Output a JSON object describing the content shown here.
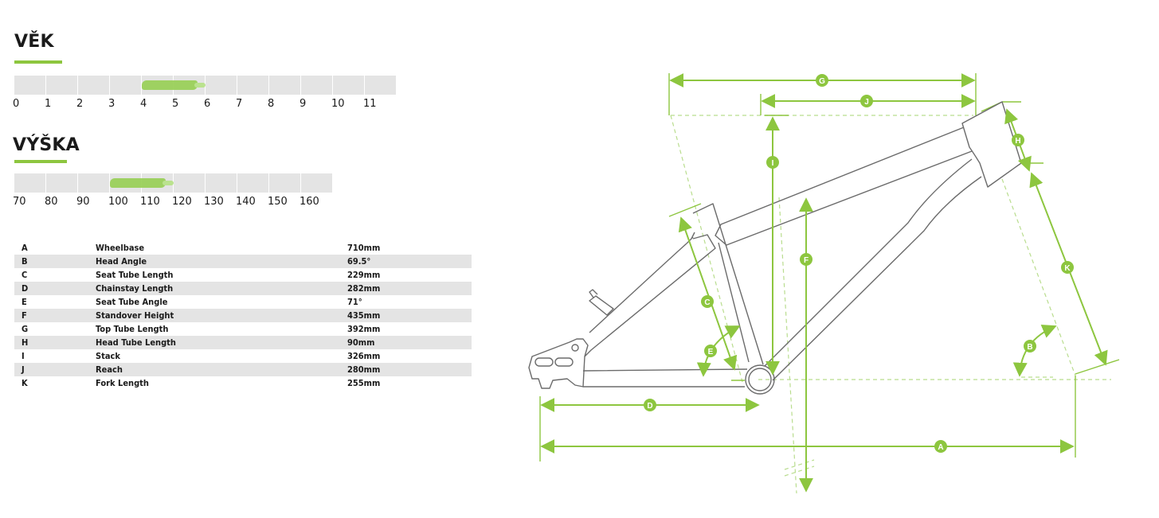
{
  "age": {
    "title": "VĚK",
    "ticks": [
      "0",
      "1",
      "2",
      "3",
      "4",
      "5",
      "6",
      "7",
      "8",
      "9",
      "10",
      "11"
    ],
    "range": [
      4,
      6
    ]
  },
  "height": {
    "title": "VÝŠKA",
    "ticks": [
      "70",
      "80",
      "90",
      "100",
      "110",
      "120",
      "130",
      "140",
      "150",
      "160"
    ],
    "range": [
      100,
      120
    ]
  },
  "geometry": [
    {
      "letter": "A",
      "name": "Wheelbase",
      "value": "710mm"
    },
    {
      "letter": "B",
      "name": "Head Angle",
      "value": "69.5°"
    },
    {
      "letter": "C",
      "name": "Seat Tube Length",
      "value": "229mm"
    },
    {
      "letter": "D",
      "name": "Chainstay Length",
      "value": "282mm"
    },
    {
      "letter": "E",
      "name": "Seat Tube Angle",
      "value": "71°"
    },
    {
      "letter": "F",
      "name": "Standover Height",
      "value": "435mm"
    },
    {
      "letter": "G",
      "name": "Top Tube Length",
      "value": "392mm"
    },
    {
      "letter": "H",
      "name": "Head Tube Length",
      "value": "90mm"
    },
    {
      "letter": "I",
      "name": "Stack",
      "value": "326mm"
    },
    {
      "letter": "J",
      "name": "Reach",
      "value": "280mm"
    },
    {
      "letter": "K",
      "name": "Fork Length",
      "value": "255mm"
    }
  ],
  "diagram_labels": {
    "a": "A",
    "b": "B",
    "c": "C",
    "d": "D",
    "e": "E",
    "f": "F",
    "g": "G",
    "h": "H",
    "i": "I",
    "j": "J",
    "k": "K"
  },
  "colors": {
    "accent": "#8dc63f",
    "frame": "#666666",
    "bar": "#e4e4e4"
  }
}
